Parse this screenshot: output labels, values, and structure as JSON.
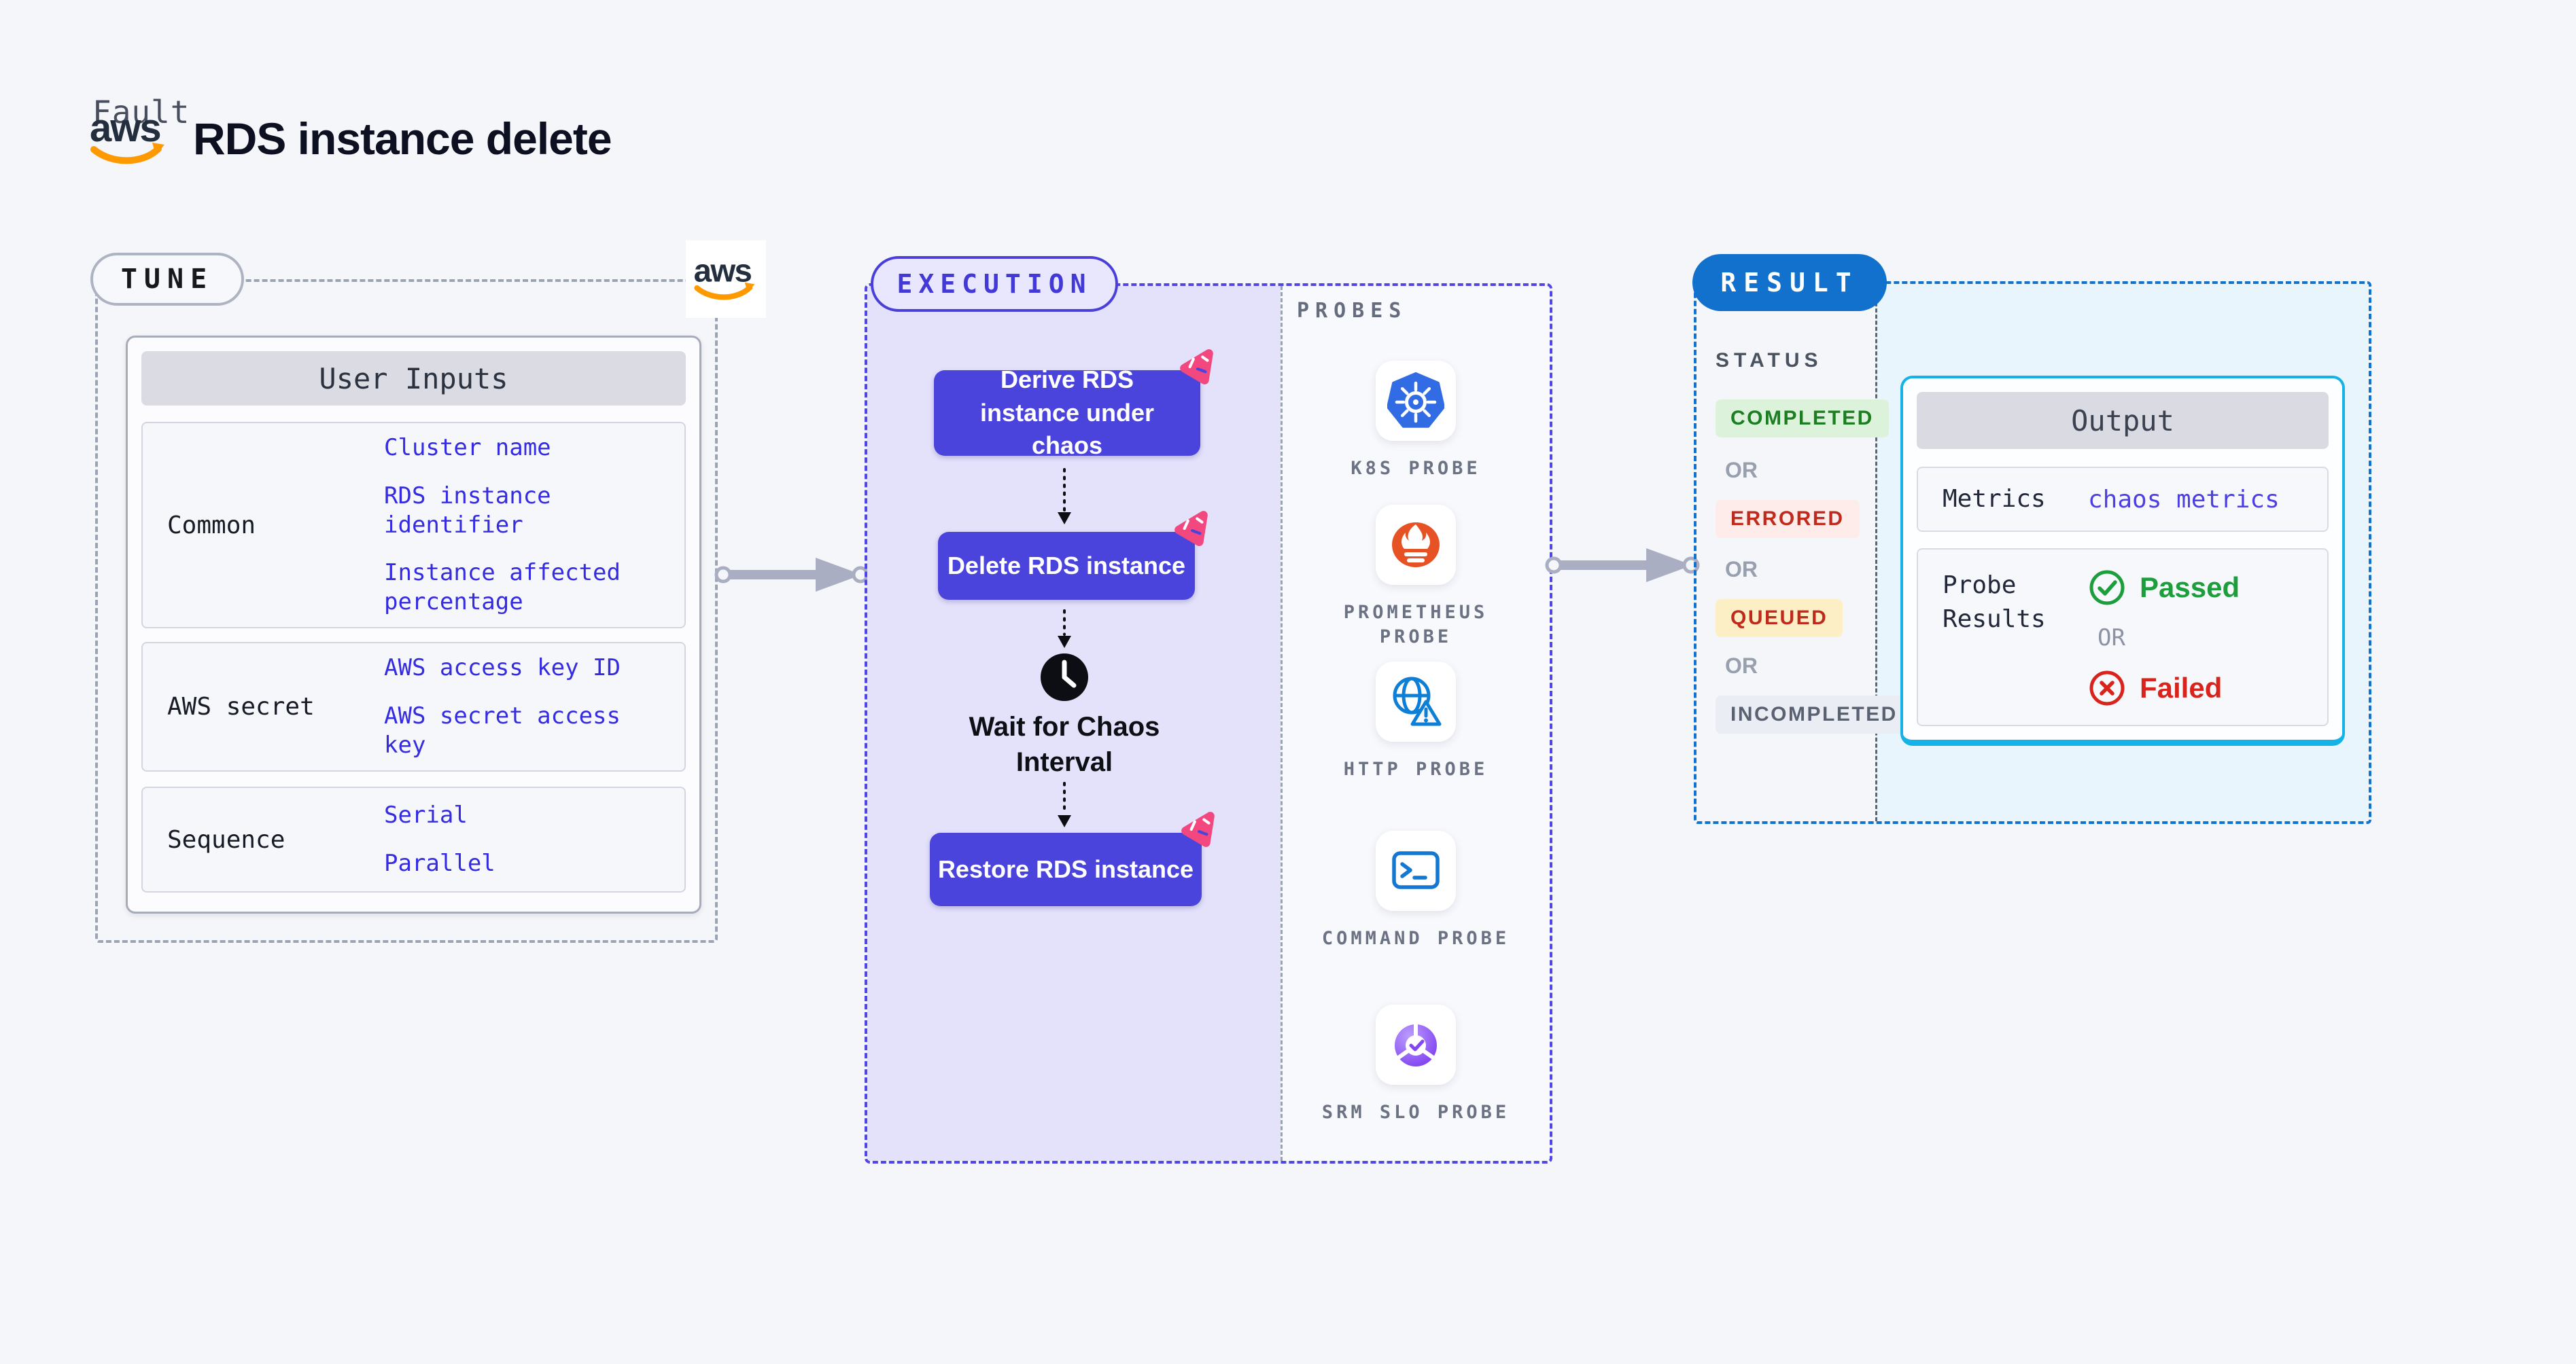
{
  "header": {
    "kicker": "Fault",
    "title": "RDS instance delete"
  },
  "brand": {
    "wordmark": "aws",
    "text_color": "#232F3E",
    "smile_color": "#FF9900"
  },
  "tune": {
    "badge": "TUNE",
    "user_inputs": {
      "header": "User Inputs",
      "rows": [
        {
          "label": "Common",
          "links": [
            "Cluster name",
            "RDS instance identifier",
            "Instance affected percentage"
          ]
        },
        {
          "label": "AWS secret",
          "links": [
            "AWS access key ID",
            "AWS secret access key"
          ]
        },
        {
          "label": "Sequence",
          "links": [
            "Serial",
            "Parallel"
          ]
        }
      ]
    }
  },
  "execution": {
    "badge": "EXECUTION",
    "tasks": [
      "Derive RDS instance under chaos",
      "Delete RDS instance",
      "Restore RDS instance"
    ],
    "wait_label": "Wait for Chaos Interval"
  },
  "probes": {
    "heading": "PROBES",
    "items": [
      {
        "label": "K8S PROBE",
        "icon": "kubernetes-icon"
      },
      {
        "label": "PROMETHEUS PROBE",
        "icon": "prometheus-icon"
      },
      {
        "label": "HTTP PROBE",
        "icon": "http-globe-warning-icon"
      },
      {
        "label": "COMMAND PROBE",
        "icon": "terminal-icon"
      },
      {
        "label": "SRM SLO PROBE",
        "icon": "slo-pie-check-icon"
      }
    ]
  },
  "result": {
    "badge": "RESULT",
    "status": {
      "heading": "STATUS",
      "separator": "OR",
      "badges": [
        {
          "label": "COMPLETED",
          "bg": "#DCF2DA",
          "color": "#1B7E21"
        },
        {
          "label": "ERRORED",
          "bg": "#FDECEA",
          "color": "#C02A1C"
        },
        {
          "label": "QUEUED",
          "bg": "#FCEFC5",
          "color": "#C02A1C"
        },
        {
          "label": "INCOMPLETED",
          "bg": "#EAEDF3",
          "color": "#5A6272"
        }
      ]
    },
    "output": {
      "header": "Output",
      "metrics_label": "Metrics",
      "metrics_value": "chaos metrics",
      "probe_label": "Probe Results",
      "passed": "Passed",
      "failed": "Failed",
      "separator": "OR"
    }
  },
  "colors": {
    "page_bg": "#F4F6F9",
    "execution_fill": "#E4E2FB",
    "task_node": "#4B44DC",
    "indigo_border": "#4F46E5",
    "result_blue": "#1171CD",
    "output_border": "#15B2E8",
    "result_fill": "#E8F5FC",
    "link_blue": "#352CE1",
    "passed_green": "#1D9E3D",
    "failed_red": "#D8241C",
    "arrow_gray": "#A9AEC2",
    "chaos_pink": "#F2477F"
  }
}
